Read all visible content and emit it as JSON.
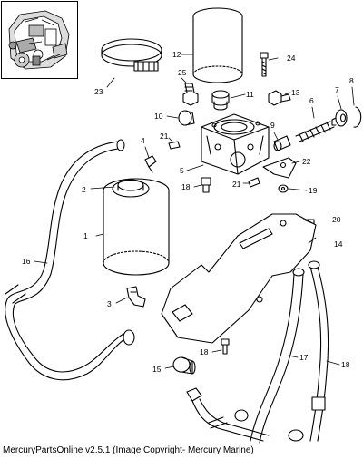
{
  "caption": "MercuryPartsOnline v2.5.1 (Image Copyright- Mercury Marine)",
  "callouts": {
    "c1": "1",
    "c2": "2",
    "c3": "3",
    "c4": "4",
    "c5": "5",
    "c6": "6",
    "c7": "7",
    "c8": "8",
    "c9": "9",
    "c10": "10",
    "c11": "11",
    "c12": "12",
    "c13": "13",
    "c14": "14",
    "c15": "15",
    "c16": "16",
    "c17": "17",
    "c18a": "18",
    "c18b": "18",
    "c18c": "18",
    "c19": "19",
    "c20": "20",
    "c21a": "21",
    "c21b": "21",
    "c22": "22",
    "c23": "23",
    "c24": "24",
    "c25": "25"
  }
}
